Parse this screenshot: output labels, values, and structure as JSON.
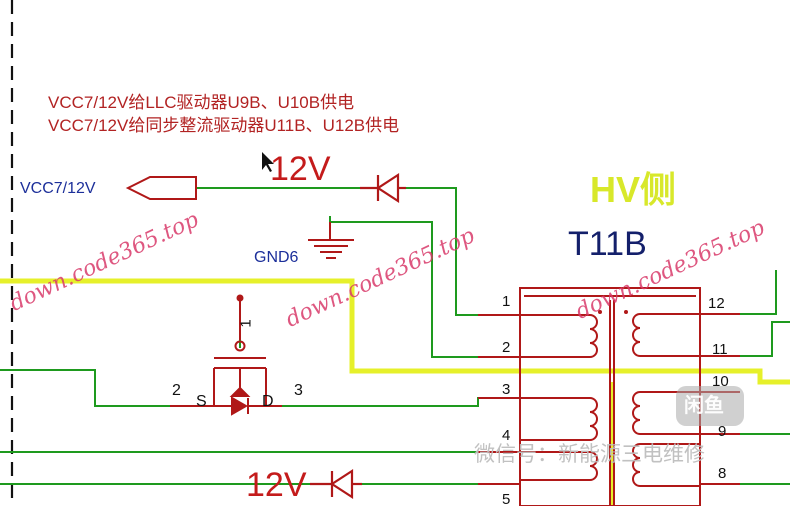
{
  "annotations": {
    "line1": "VCC7/12V给LLC驱动器U9B、U10B供电",
    "line2": "VCC7/12V给同步整流驱动器U11B、U12B供电"
  },
  "labels": {
    "v12_top": "12V",
    "v12_bottom": "12V",
    "vcc_port": "VCC7/12V",
    "gnd": "GND6",
    "hv_side": "HV侧",
    "transformer": "T11B",
    "mosfet_source": "S",
    "mosfet_drain": "D",
    "mosfet_gate_pin": "1",
    "mosfet_pin2": "2",
    "mosfet_pin3": "3"
  },
  "primary_pins": [
    "1",
    "2",
    "3",
    "4",
    "5"
  ],
  "secondary_pins": [
    "12",
    "11",
    "10",
    "9",
    "8"
  ],
  "watermarks": [
    "down.code365.top",
    "down.code365.top",
    "down.code365.top"
  ],
  "overlay": {
    "logo": "闲鱼",
    "wechat": "微信号：新能源三电维修"
  },
  "colors": {
    "wire": "#1e9a1e",
    "highlight_net": "#e6f02a",
    "component": "#b01818",
    "label_blue": "#1c2f9a",
    "hv_text": "#d8e82a"
  }
}
